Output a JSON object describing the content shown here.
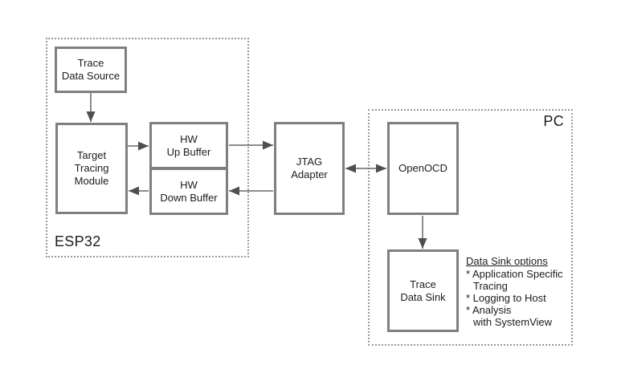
{
  "diagram": {
    "containers": {
      "esp32": {
        "label": "ESP32"
      },
      "pc": {
        "label": "PC"
      }
    },
    "nodes": {
      "trace_data_source": {
        "label": "Trace\nData Source"
      },
      "target_tracing_module": {
        "label": "Target\nTracing\nModule"
      },
      "hw_up_buffer": {
        "label": "HW\nUp Buffer"
      },
      "hw_down_buffer": {
        "label": "HW\nDown Buffer"
      },
      "jtag_adapter": {
        "label": "JTAG\nAdapter"
      },
      "openocd": {
        "label": "OpenOCD"
      },
      "trace_data_sink": {
        "label": "Trace\nData Sink"
      }
    },
    "notes": {
      "data_sink_options": {
        "title": "Data Sink options",
        "lines": [
          "* Application Specific",
          "Tracing",
          "* Logging to Host",
          "* Analysis",
          "with SystemView"
        ]
      }
    },
    "connections": [
      {
        "from": "trace_data_source",
        "to": "target_tracing_module",
        "direction": "down"
      },
      {
        "from": "target_tracing_module",
        "to": "hw_up_buffer",
        "direction": "right"
      },
      {
        "from": "hw_down_buffer",
        "to": "target_tracing_module",
        "direction": "left"
      },
      {
        "from": "hw_up_buffer",
        "to": "jtag_adapter",
        "direction": "right"
      },
      {
        "from": "jtag_adapter",
        "to": "hw_down_buffer",
        "direction": "left"
      },
      {
        "from": "jtag_adapter",
        "to": "openocd",
        "direction": "both"
      },
      {
        "from": "openocd",
        "to": "trace_data_sink",
        "direction": "down"
      }
    ],
    "colors": {
      "box_border": "#7f7f7f",
      "container_border": "#999999",
      "connector_line": "#666666",
      "arrowhead": "#4f4f4f",
      "text": "#1c1c1c",
      "background": "#ffffff"
    }
  }
}
